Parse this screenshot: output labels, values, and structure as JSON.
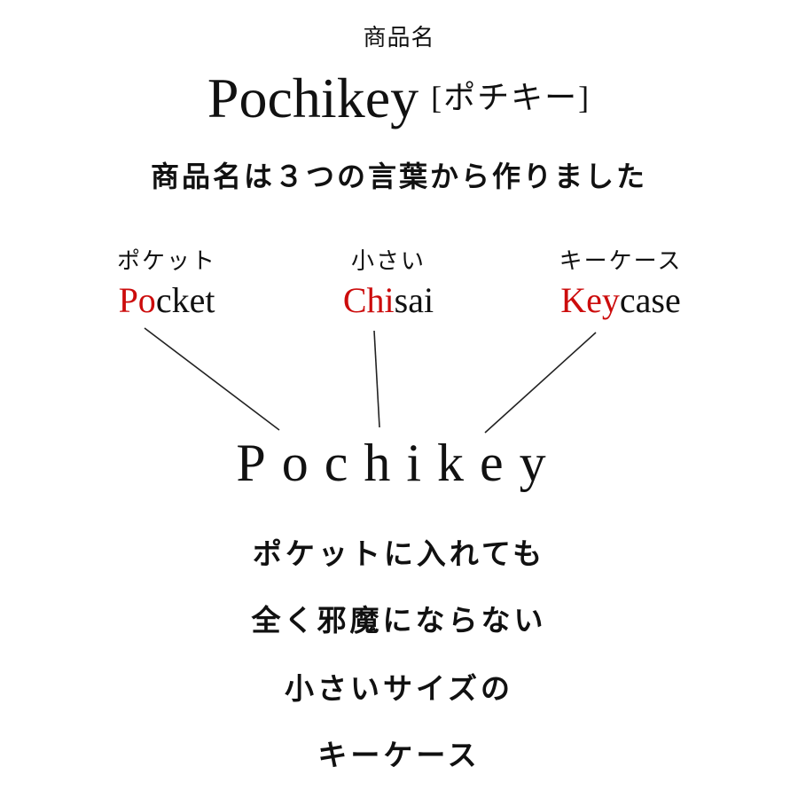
{
  "header": {
    "label": "商品名",
    "title_en": "Pochikey",
    "title_kana": "[ポチキー]",
    "subtitle": "商品名は３つの言葉から作りました"
  },
  "words": [
    {
      "jp": "ポケット",
      "highlight": "Po",
      "rest": "cket"
    },
    {
      "jp": "小さい",
      "highlight": "Chi",
      "rest": "sai"
    },
    {
      "jp": "キーケース",
      "highlight": "Key",
      "rest": "case"
    }
  ],
  "result": "Pochikey",
  "description": [
    "ポケットに入れても",
    "全く邪魔にならない",
    "小さいサイズの",
    "キーケース"
  ],
  "colors": {
    "highlight": "#cc0c0c",
    "text": "#111111",
    "background": "#ffffff"
  }
}
